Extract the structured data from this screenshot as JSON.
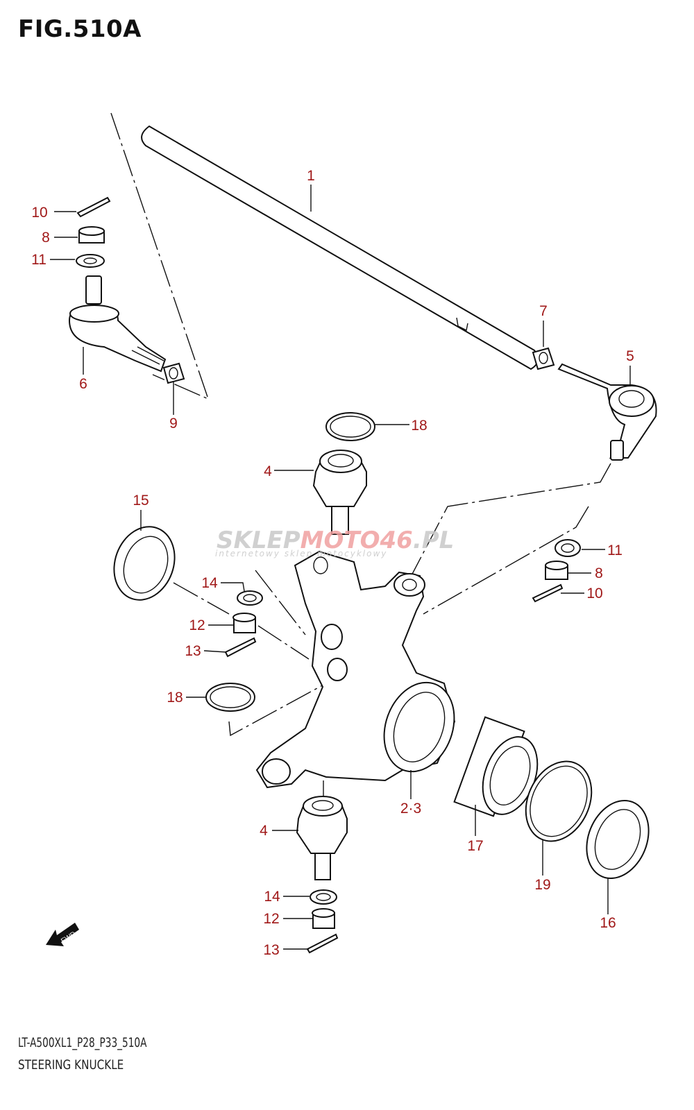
{
  "figure": {
    "title": "FIG.510A",
    "code": "LT-A500XL1_P28_P33_510A",
    "name": "STEERING KNUCKLE"
  },
  "callouts": [
    "1",
    "10",
    "8",
    "11",
    "6",
    "9",
    "7",
    "5",
    "18",
    "4",
    "15",
    "11",
    "8",
    "10",
    "14",
    "12",
    "13",
    "18",
    "2·3",
    "4",
    "17",
    "19",
    "16",
    "14",
    "12",
    "13"
  ],
  "watermark": {
    "part1": "SKLEP",
    "part2": "MOTO",
    "part3": "46",
    ".pl": ".PL",
    "tagline": "internetowy sklep motocyklowy"
  },
  "fwd_label": "FWD",
  "colors": {
    "callout": "#a01818",
    "watermark_gray": "#c8c8c8",
    "watermark_red": "#f0a0a0"
  }
}
